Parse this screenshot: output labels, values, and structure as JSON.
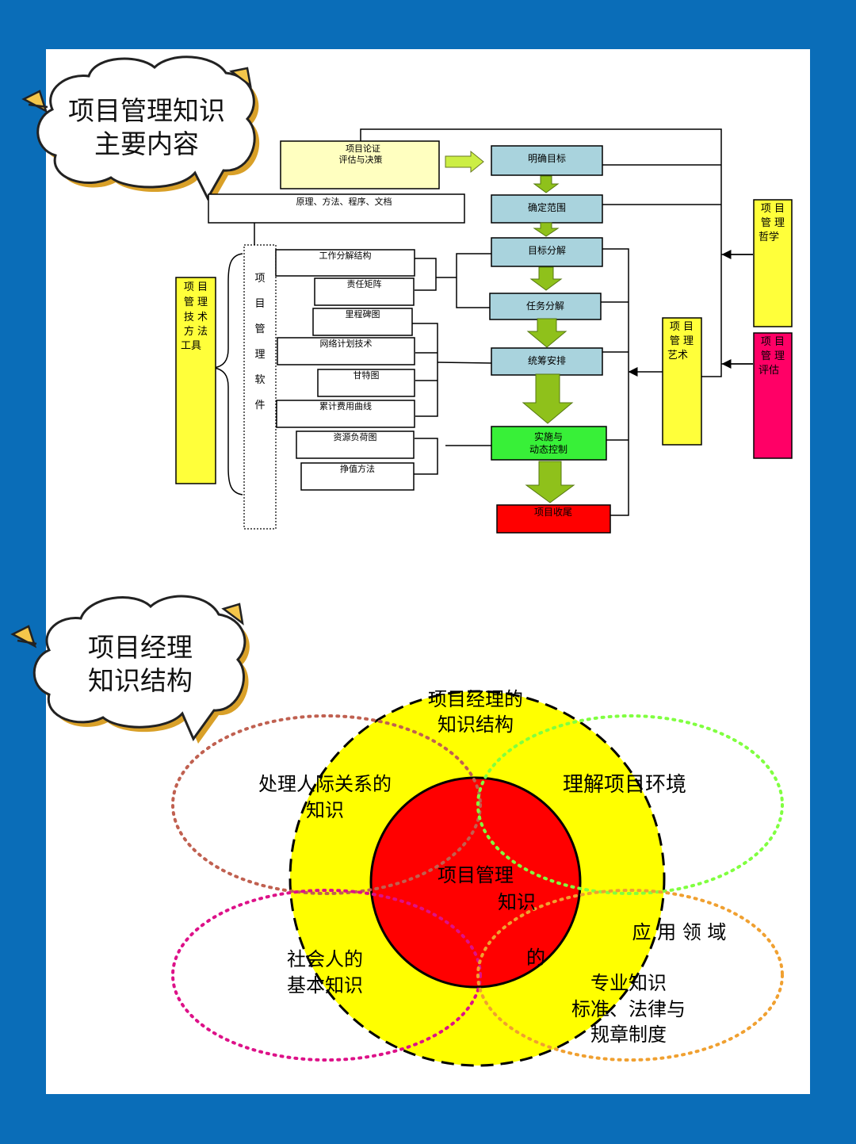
{
  "colors": {
    "frame": "#0a6db8",
    "light_yellow": "#ffffc0",
    "yellow": "#ffff3a",
    "teal": "#a9d3dd",
    "green_arrow": "#8fc11b",
    "bright_green": "#38f038",
    "red": "#ff0000",
    "magenta": "#ff0066",
    "dot_brown": "#c06050",
    "dot_green": "#80ff40",
    "dot_magenta": "#dd1188",
    "dot_orange": "#f0a030"
  },
  "section1": {
    "title_line1": "项目管理知识",
    "title_line2": "主要内容"
  },
  "flow": {
    "eval_line1": "项目论证",
    "eval_line2": "评估与决策",
    "principles": "原理、方法、程序、文档",
    "main": [
      "明确目标",
      "确定范围",
      "目标分解",
      "任务分解",
      "统筹安排"
    ],
    "implement_line1": "实施与",
    "implement_line2": "动态控制",
    "close": "项目收尾",
    "software_chars": [
      "项",
      "目",
      "管",
      "理",
      "软",
      "件"
    ],
    "tools": [
      "工作分解结构",
      "责任矩阵",
      "里程碑图",
      "网络计划技术",
      "甘特图",
      "累计费用曲线",
      "资源负荷图",
      "挣值方法"
    ],
    "tech_line1": "项  目",
    "tech_line2": "管  理",
    "tech_line3": "技 术",
    "tech_line4": "方 法",
    "tech_line5": "工具",
    "art_line1": "项  目",
    "art_line2": "管  理",
    "art_line3": "艺术",
    "phil_line1": "项  目",
    "phil_line2": "管  理",
    "phil_line3": "哲学",
    "assess_line1": "项  目",
    "assess_line2": "管  理",
    "assess_line3": "评估"
  },
  "section2": {
    "title_line1": "项目经理",
    "title_line2": "知识结构",
    "outer_line1": "项目经理的",
    "outer_line2": "知识结构",
    "interpersonal_line1": "处理人际关系的",
    "interpersonal_line2": "知识",
    "environment": "理解项目环境",
    "core_line1": "项目管理",
    "core_line2": "知识",
    "social_line1": "社会人的",
    "social_line2": "基本知识",
    "domain_line1": "应 用 领 域",
    "domain_line2": "的",
    "domain_line3": "专业知识",
    "domain_line4": "标准、法律与",
    "domain_line5": "规章制度"
  }
}
